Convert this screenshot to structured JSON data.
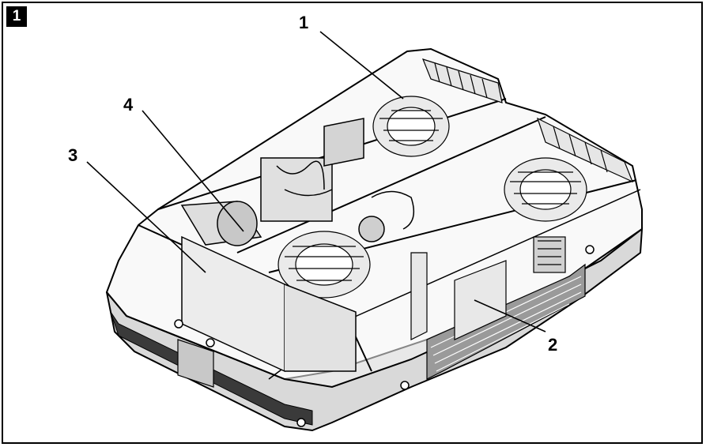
{
  "figure": {
    "number": "1"
  },
  "callouts": [
    {
      "id": "c1",
      "label": "1"
    },
    {
      "id": "c2",
      "label": "2"
    },
    {
      "id": "c3",
      "label": "3"
    },
    {
      "id": "c4",
      "label": "4"
    }
  ],
  "colors": {
    "line": "#000000",
    "shell": "#f4f4f4",
    "dark": "#3a3a3a",
    "mid": "#bdbdbd"
  }
}
